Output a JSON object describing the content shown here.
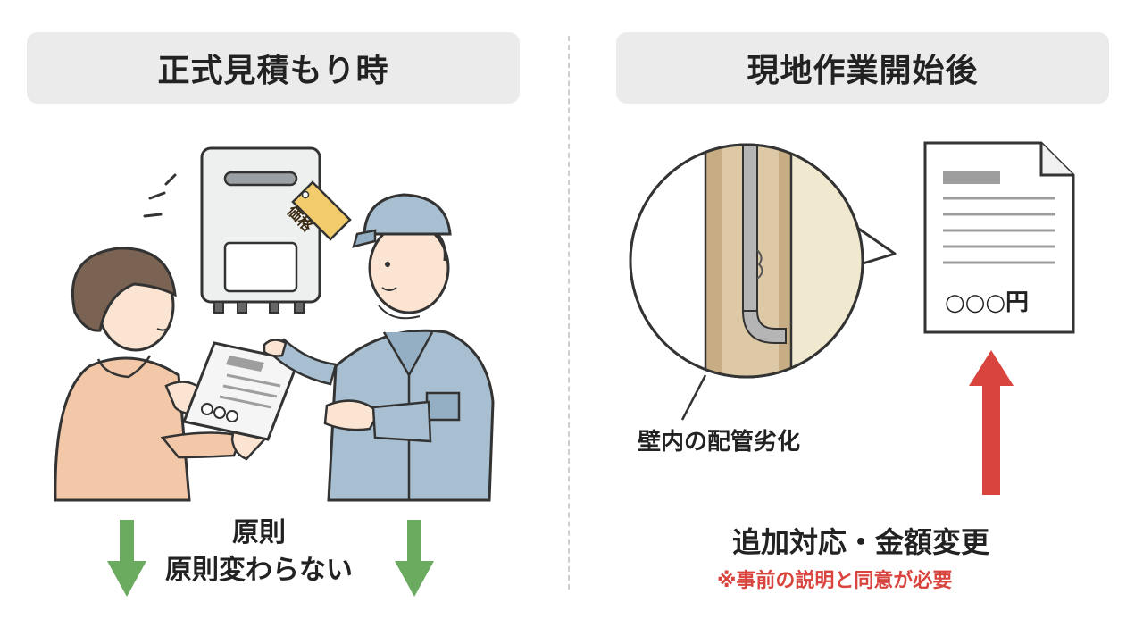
{
  "left_panel": {
    "header": "正式見積もり時",
    "price_tag": "価格",
    "principle_line1": "原則",
    "principle_line2": "原則変わらない",
    "arrow_color": "#6aab5f"
  },
  "right_panel": {
    "header": "現地作業開始後",
    "wall_label": "壁内の配管劣化",
    "document_amount": "○○○円",
    "extra_main": "追加対応・金額変更",
    "extra_note": "※事前の説明と同意が必要",
    "arrow_color": "#d9443f"
  }
}
